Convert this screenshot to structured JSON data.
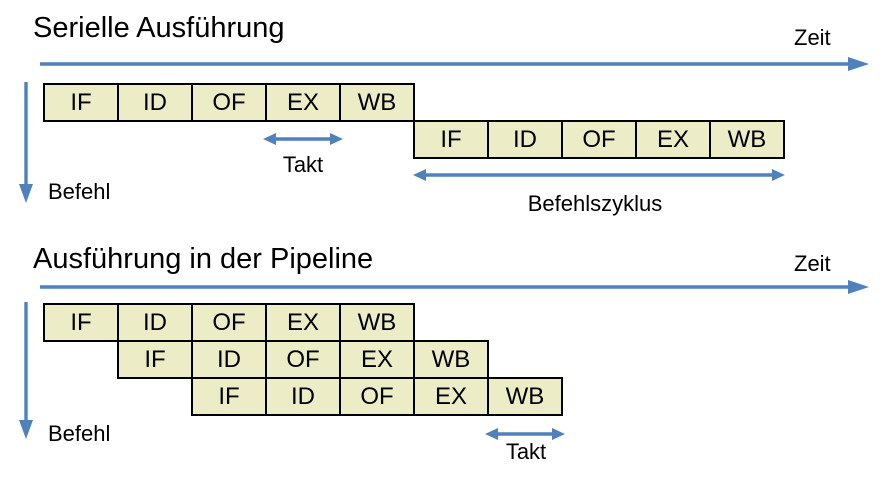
{
  "colors": {
    "arrow_blue": "#4F81BD",
    "box_fill": "#ECEDC6",
    "box_border": "#000000",
    "text": "#000000",
    "background": "#FFFFFF"
  },
  "sections": [
    {
      "title": "Serielle Ausführung",
      "time_axis_label": "Zeit",
      "instruction_axis_label": "Befehl",
      "clock_label": "Takt",
      "cycle_label": "Befehlszyklus",
      "rows": [
        {
          "name": "instruction-1",
          "stages": [
            "IF",
            "ID",
            "OF",
            "EX",
            "WB"
          ]
        },
        {
          "name": "instruction-2",
          "stages": [
            "IF",
            "ID",
            "OF",
            "EX",
            "WB"
          ]
        }
      ]
    },
    {
      "title": "Ausführung in der Pipeline",
      "time_axis_label": "Zeit",
      "instruction_axis_label": "Befehl",
      "clock_label": "Takt",
      "rows": [
        {
          "name": "instruction-1",
          "stages": [
            "IF",
            "ID",
            "OF",
            "EX",
            "WB"
          ]
        },
        {
          "name": "instruction-2",
          "stages": [
            "IF",
            "ID",
            "OF",
            "EX",
            "WB"
          ]
        },
        {
          "name": "instruction-3",
          "stages": [
            "IF",
            "ID",
            "OF",
            "EX",
            "WB"
          ]
        }
      ]
    }
  ]
}
